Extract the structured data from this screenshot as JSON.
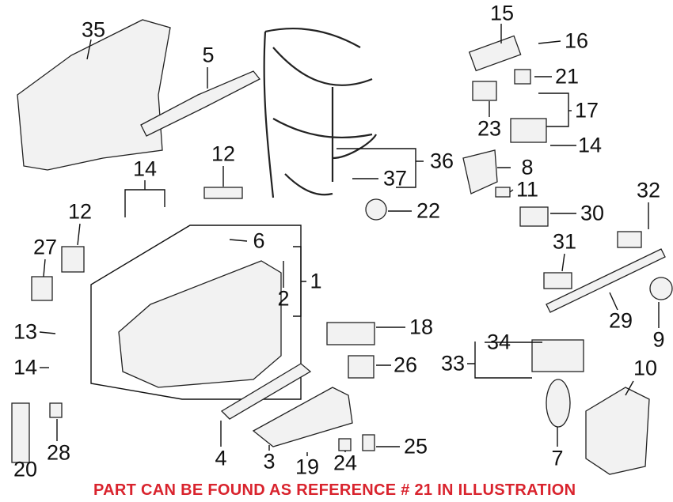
{
  "diagram": {
    "callouts": [
      "35",
      "5",
      "15",
      "16",
      "21",
      "17",
      "23",
      "14",
      "36",
      "8",
      "37",
      "12",
      "14",
      "11",
      "22",
      "30",
      "32",
      "12",
      "6",
      "27",
      "31",
      "1",
      "2",
      "9",
      "29",
      "13",
      "18",
      "34",
      "33",
      "26",
      "14",
      "10",
      "28",
      "20",
      "4",
      "25",
      "7",
      "3",
      "19",
      "24"
    ],
    "note": "PART CAN BE FOUND AS REFERENCE # 21 IN ILLUSTRATION",
    "note_color": "#d9232d"
  }
}
